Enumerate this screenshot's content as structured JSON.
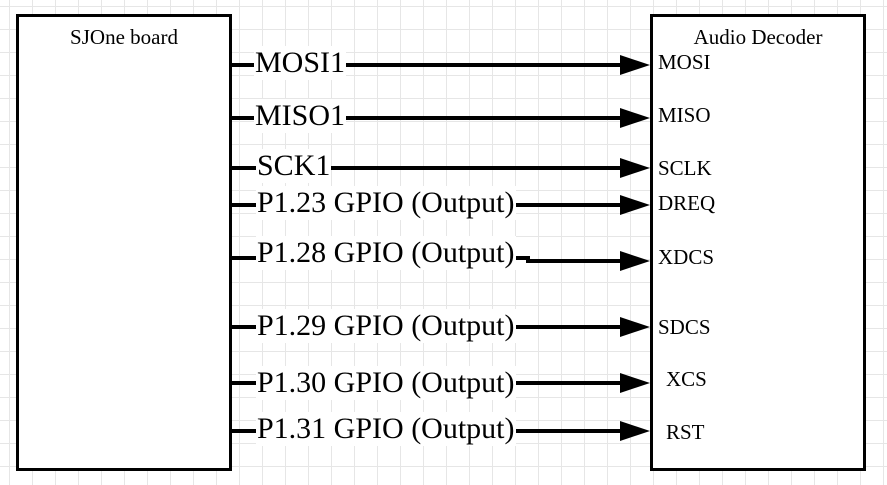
{
  "blocks": {
    "left_title": "SJOne board",
    "right_title": "Audio Decoder"
  },
  "signals": [
    {
      "source": "MOSI1",
      "target": "MOSI"
    },
    {
      "source": "MISO1",
      "target": "MISO"
    },
    {
      "source": "SCK1",
      "target": "SCLK"
    },
    {
      "source": "P1.23 GPIO (Output)",
      "target": "DREQ"
    },
    {
      "source": "P1.28 GPIO (Output)",
      "target": "XDCS"
    },
    {
      "source": "P1.29 GPIO (Output)",
      "target": "SDCS"
    },
    {
      "source": "P1.30 GPIO (Output)",
      "target": "XCS"
    },
    {
      "source": "P1.31 GPIO (Output)",
      "target": "RST"
    }
  ]
}
